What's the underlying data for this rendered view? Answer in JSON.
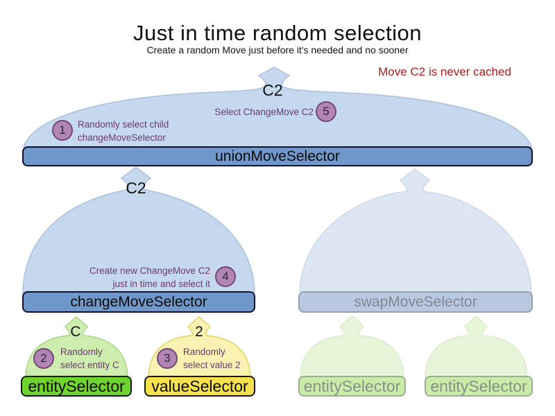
{
  "title": "Just in time random selection",
  "subtitle": "Create a random Move just before it's needed and no sooner",
  "note": "Move C2 is never cached",
  "labels": {
    "union": "unionMoveSelector",
    "change": "changeMoveSelector",
    "swap": "swapMoveSelector",
    "entity": "entitySelector",
    "value": "valueSelector",
    "entity_faded_left": "entitySelector",
    "entity_faded_right": "entitySelector"
  },
  "moves": {
    "union_output": "C2",
    "change_output": "C2",
    "entity_output": "C",
    "value_output": "2"
  },
  "steps": {
    "step1": {
      "num": "1",
      "line1": "Randomly select child",
      "line2": "changeMoveSelector"
    },
    "step2": {
      "num": "2",
      "line1": "Randomly",
      "line2": "select entity C"
    },
    "step3": {
      "num": "3",
      "line1": "Randomly",
      "line2": "select value 2"
    },
    "step4": {
      "num": "4",
      "line1": "Create new ChangeMove C2",
      "line2": "just in time and select it"
    },
    "step5": {
      "num": "5",
      "line1": "Select ChangeMove C2"
    }
  },
  "colors": {
    "note_red": "#b01c1c",
    "annotation_purple": "#6a3a70",
    "badge_fill": "#b286b2",
    "badge_border": "#724677",
    "blue_bar": "#7097c9",
    "blue_mound": "#c5d8ee",
    "faded_blue_bar": "#b9c8e0",
    "faded_blue_mound": "#dde6f3",
    "green_bar": "#6fd32e",
    "green_mound": "#cdeeae",
    "yellow_bar": "#f6e04e",
    "yellow_mound": "#f9f2b3",
    "faded_green_bar": "#c9eda9",
    "faded_green_mound": "#e7f5d9"
  }
}
